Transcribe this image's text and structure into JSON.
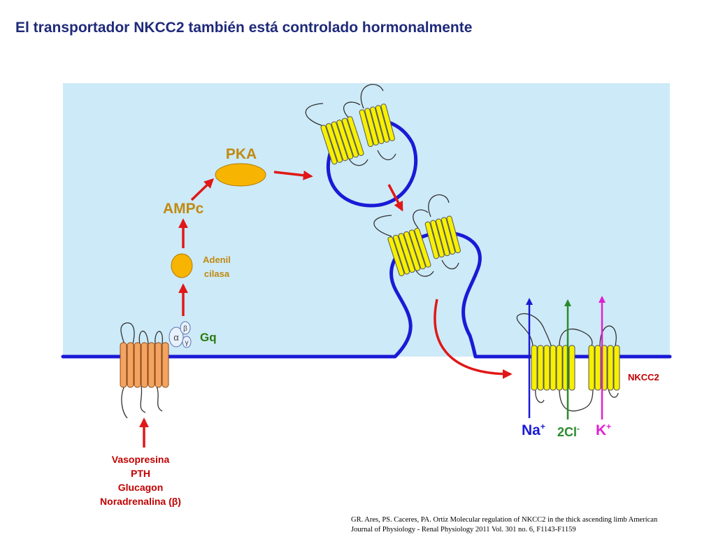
{
  "title": "El transportador NKCC2 también está controlado hormonalmente",
  "labels": {
    "pka": "PKA",
    "ampc": "AMPc",
    "adenil_line1": "Adenil",
    "adenil_line2": "cilasa",
    "gq": "Gq",
    "alpha": "α",
    "beta": "β",
    "gamma": "γ",
    "nkcc2": "NKCC2",
    "na": "Na",
    "cl": "2Cl",
    "k": "K",
    "plus": "+",
    "minus": "-"
  },
  "hormones": [
    "Vasopresina",
    "PTH",
    "Glucagon",
    "Noradrenalina (β)"
  ],
  "citation": {
    "line1": "GR. Ares, PS. Caceres, PA. Ortiz Molecular regulation of NKCC2 in the thick ascending limb American",
    "line2": "Journal of Physiology - Renal Physiology 2011 Vol. 301 no. 6, F1143-F1159"
  },
  "colors": {
    "cell_bg": "#cdeaf8",
    "membrane": "#1a1ad6",
    "arrow": "#e01818",
    "receptor": "#f4a460",
    "enzyme": "#f7b400",
    "transporter": "#f7f000",
    "signal_text": "#c08a10",
    "hormone_text": "#c00000",
    "gq_text": "#2a7a12",
    "na": "#1a1ad6",
    "cl": "#2a8a2a",
    "k": "#e020d0"
  }
}
